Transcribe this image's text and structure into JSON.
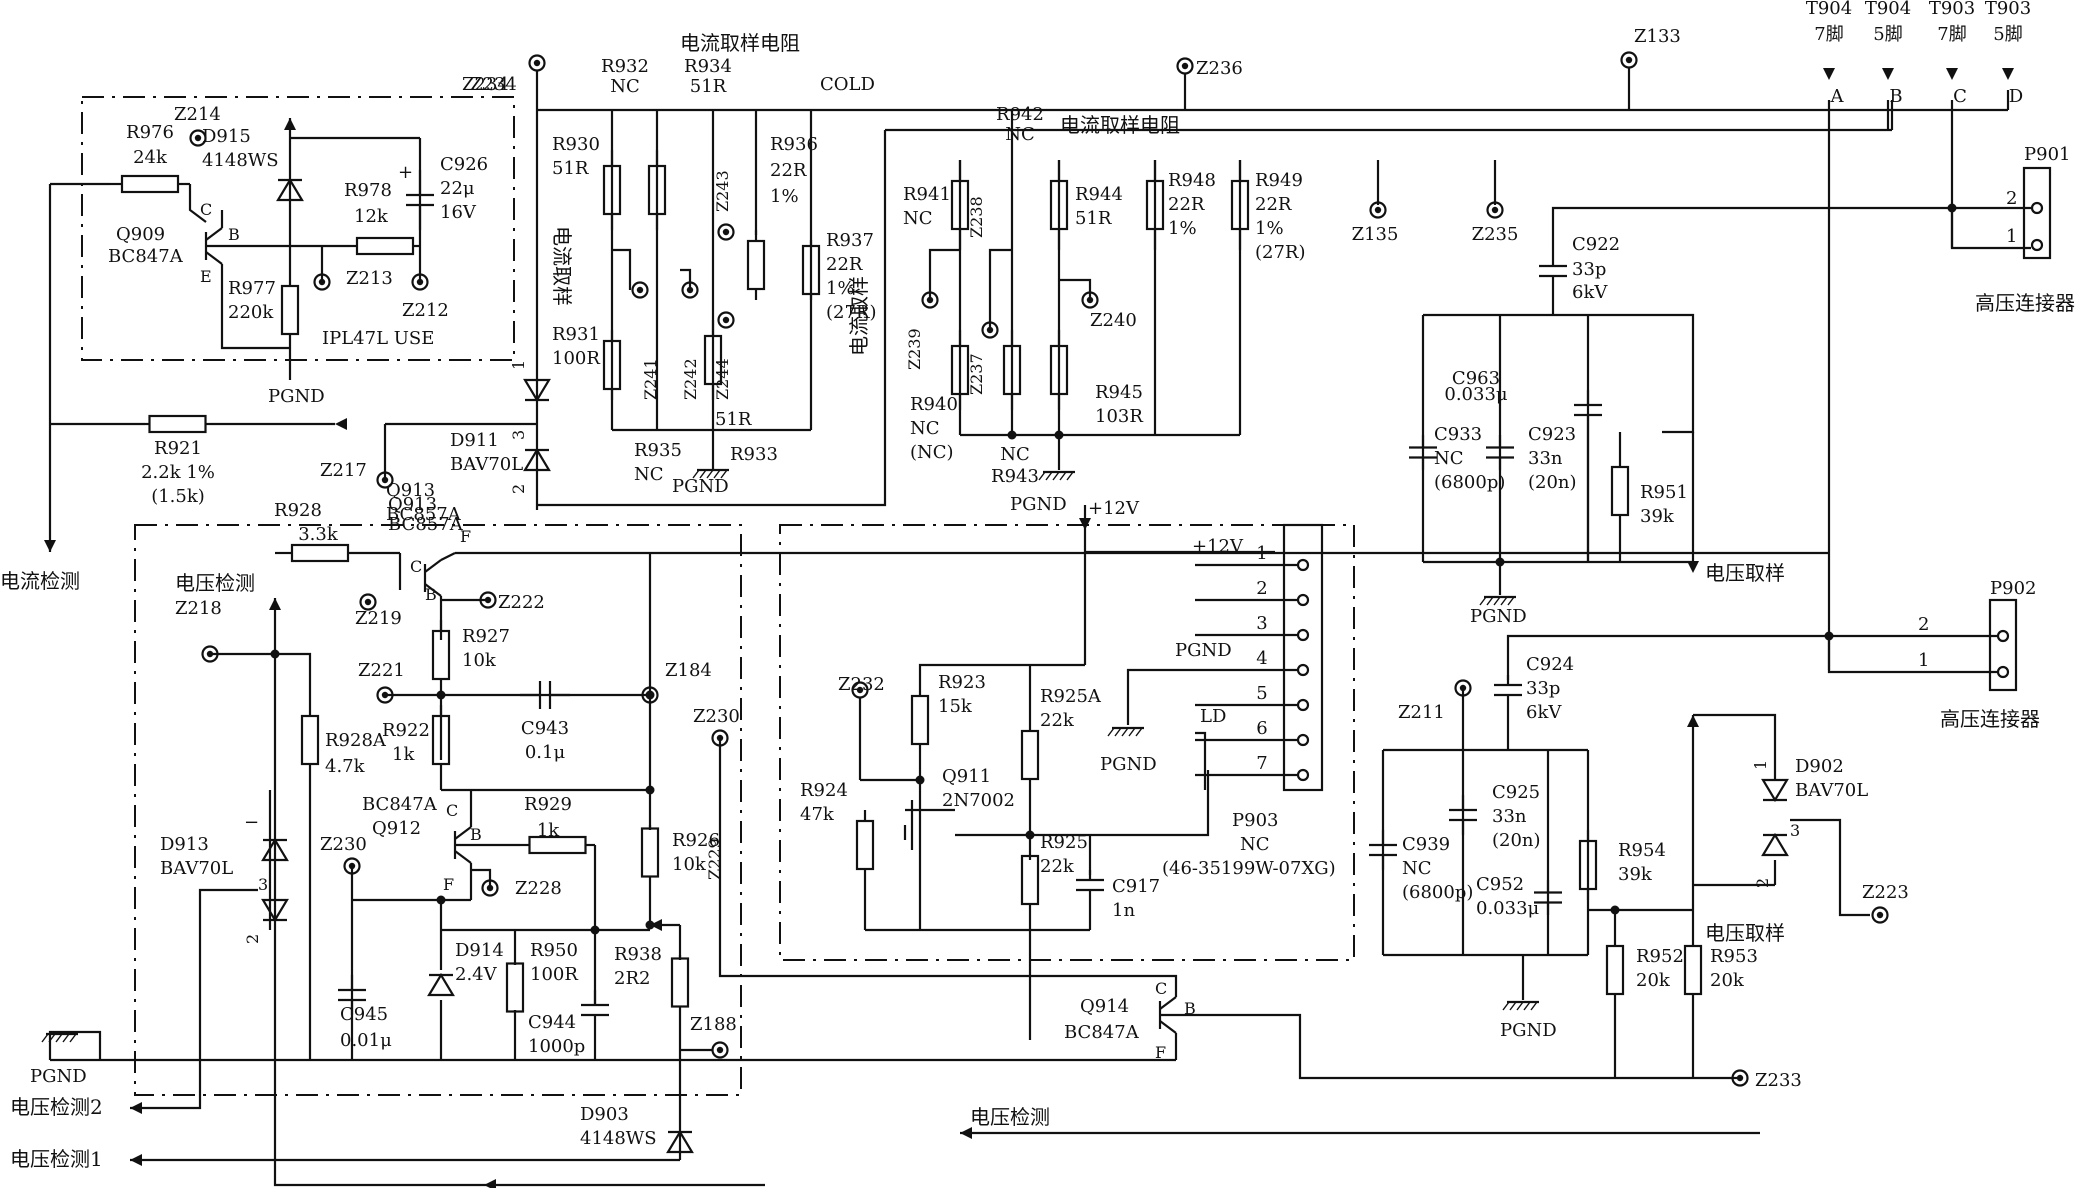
{
  "labels": {
    "current_sense_resistor": "电流取样电阻",
    "current_sense_vertical": "电流取样",
    "current_detect": "电流检测",
    "voltage_detect": "电压检测",
    "voltage_detect_1": "电压检测1",
    "voltage_detect_2": "电压检测2",
    "voltage_sample": "电压取样",
    "hv_connector": "高压连接器",
    "cold": "COLD",
    "pgnd": "PGND",
    "plus12v": "+12V",
    "ipl47l_use": "IPL47L USE",
    "ld": "LD",
    "pin7": "7脚",
    "pin5": "5脚"
  },
  "terminals": [
    {
      "name": "T904",
      "pin": "7脚",
      "letter": "A"
    },
    {
      "name": "T904",
      "pin": "5脚",
      "letter": "B"
    },
    {
      "name": "T903",
      "pin": "7脚",
      "letter": "C"
    },
    {
      "name": "T903",
      "pin": "5脚",
      "letter": "D"
    }
  ],
  "connectors": {
    "p901": {
      "name": "P901",
      "pins": [
        "2",
        "1"
      ]
    },
    "p902": {
      "name": "P902",
      "pins": [
        "2",
        "1"
      ]
    },
    "p903": {
      "name": "P903",
      "value": "NC",
      "part": "(46-35199W-07XG)",
      "pins": [
        "1",
        "2",
        "3",
        "4",
        "5",
        "6",
        "7"
      ]
    }
  },
  "test_points": [
    "Z234",
    "Z214",
    "Z213",
    "Z212",
    "Z236",
    "Z133",
    "Z135",
    "Z235",
    "Z243",
    "Z241",
    "Z242",
    "Z244",
    "Z238",
    "Z239",
    "Z237",
    "Z240",
    "Z217",
    "Z218",
    "Z219",
    "Z222",
    "Z221",
    "Z184",
    "Z230",
    "Z228",
    "Z229",
    "Z188",
    "Z232",
    "Z211",
    "Z224",
    "Z223",
    "Z233"
  ],
  "components": {
    "R976": [
      "R976",
      "24k"
    ],
    "D915": [
      "D915",
      "4148WS"
    ],
    "Q909": [
      "Q909",
      "BC847A"
    ],
    "R978": [
      "R978",
      "12k"
    ],
    "C926": [
      "C926",
      "22μ",
      "16V"
    ],
    "R977": [
      "R977",
      "220k"
    ],
    "R932": [
      "R932",
      "NC"
    ],
    "R934": [
      "R934",
      "51R"
    ],
    "R930": [
      "R930",
      "51R"
    ],
    "R931": [
      "R931",
      "100R"
    ],
    "R935": [
      "R935",
      "NC"
    ],
    "R936": [
      "R936",
      "22R",
      "1%"
    ],
    "R937": [
      "R937",
      "22R",
      "1%",
      "(27R)"
    ],
    "R933": [
      "R933",
      "51R"
    ],
    "R942": [
      "R942",
      "NC"
    ],
    "R941": [
      "R941",
      "NC"
    ],
    "R944": [
      "R944",
      "51R"
    ],
    "R948": [
      "R948",
      "22R",
      "1%"
    ],
    "R949": [
      "R949",
      "22R",
      "1%",
      "(27R)"
    ],
    "R940": [
      "R940",
      "NC",
      "(NC)"
    ],
    "R945": [
      "R945",
      "103R"
    ],
    "R943": [
      "R943",
      "NC"
    ],
    "D911": [
      "D911",
      "BAV70L"
    ],
    "R921": [
      "R921",
      "2.2k 1%",
      "(1.5k)"
    ],
    "Q913": [
      "Q913",
      "BC857A"
    ],
    "R928": [
      "R928",
      "3.3k"
    ],
    "R927": [
      "R927",
      "10k"
    ],
    "R922": [
      "R922",
      "1k"
    ],
    "C943": [
      "C943",
      "0.1μ"
    ],
    "R928A": [
      "R928A",
      "4.7k"
    ],
    "D913": [
      "D913",
      "BAV70L"
    ],
    "Q912": [
      "BC847A",
      "Q912"
    ],
    "R929": [
      "R929",
      "1k"
    ],
    "R926": [
      "R926",
      "10k"
    ],
    "D914": [
      "D914",
      "2.4V"
    ],
    "R950": [
      "R950",
      "100R"
    ],
    "C944": [
      "C944",
      "1000p"
    ],
    "R938": [
      "R938",
      "2R2"
    ],
    "C945": [
      "C945",
      "0.01μ"
    ],
    "D903": [
      "D903",
      "4148WS"
    ],
    "R923": [
      "R923",
      "15k"
    ],
    "Q911": [
      "Q911",
      "2N7002"
    ],
    "R925A": [
      "R925A",
      "22k"
    ],
    "R924": [
      "R924",
      "47k"
    ],
    "R925": [
      "R925",
      "22k"
    ],
    "C917": [
      "C917",
      "1n"
    ],
    "Q914": [
      "Q914",
      "BC847A"
    ],
    "C922": [
      "C922",
      "33p",
      "6kV"
    ],
    "C963": [
      "C963",
      "0.033μ"
    ],
    "C933": [
      "C933",
      "NC",
      "(6800p)"
    ],
    "C923": [
      "C923",
      "33n",
      "(20n)"
    ],
    "R951": [
      "R951",
      "39k"
    ],
    "C924": [
      "C924",
      "33p",
      "6kV"
    ],
    "C939": [
      "C939",
      "NC",
      "(6800p)"
    ],
    "C925": [
      "C925",
      "33n",
      "(20n)"
    ],
    "C952": [
      "C952",
      "0.033μ"
    ],
    "R954": [
      "R954",
      "39k"
    ],
    "R952": [
      "R952",
      "20k"
    ],
    "R953": [
      "R953",
      "20k"
    ],
    "D902": [
      "D902",
      "BAV70L"
    ]
  },
  "pins": {
    "b": "B",
    "c": "C",
    "e": "E",
    "f": "F",
    "plus": "+",
    "minus": "−",
    "one": "1",
    "two": "2",
    "three": "3"
  }
}
